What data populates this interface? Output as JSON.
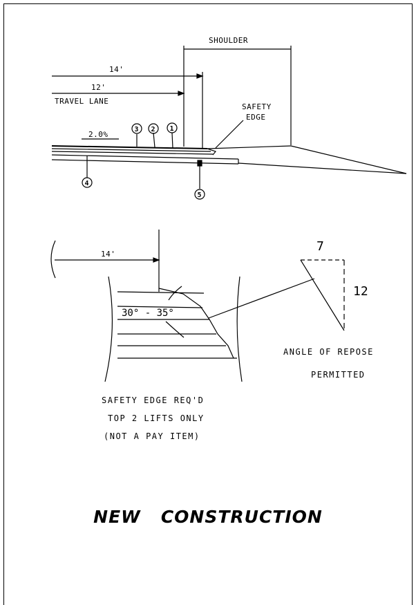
{
  "top_section": {
    "shoulder_label": "SHOULDER",
    "dim_14": "14'",
    "dim_12": "12'",
    "travel_lane_label": "TRAVEL LANE",
    "safety_label_1": "SAFETY",
    "safety_label_2": "EDGE",
    "slope_label": "2.0%",
    "callouts": [
      "1",
      "2",
      "3",
      "4",
      "5"
    ]
  },
  "detail_section": {
    "dim_14": "14'",
    "angle_label": "30° - 35°",
    "ratio_run": "7",
    "ratio_rise": "12",
    "repose_line1": "ANGLE OF REPOSE",
    "repose_line2": "PERMITTED",
    "note_line1": "SAFETY EDGE REQ'D",
    "note_line2": "TOP 2 LIFTS ONLY",
    "note_line3": "(NOT A PAY ITEM)"
  },
  "title": "NEW   CONSTRUCTION"
}
